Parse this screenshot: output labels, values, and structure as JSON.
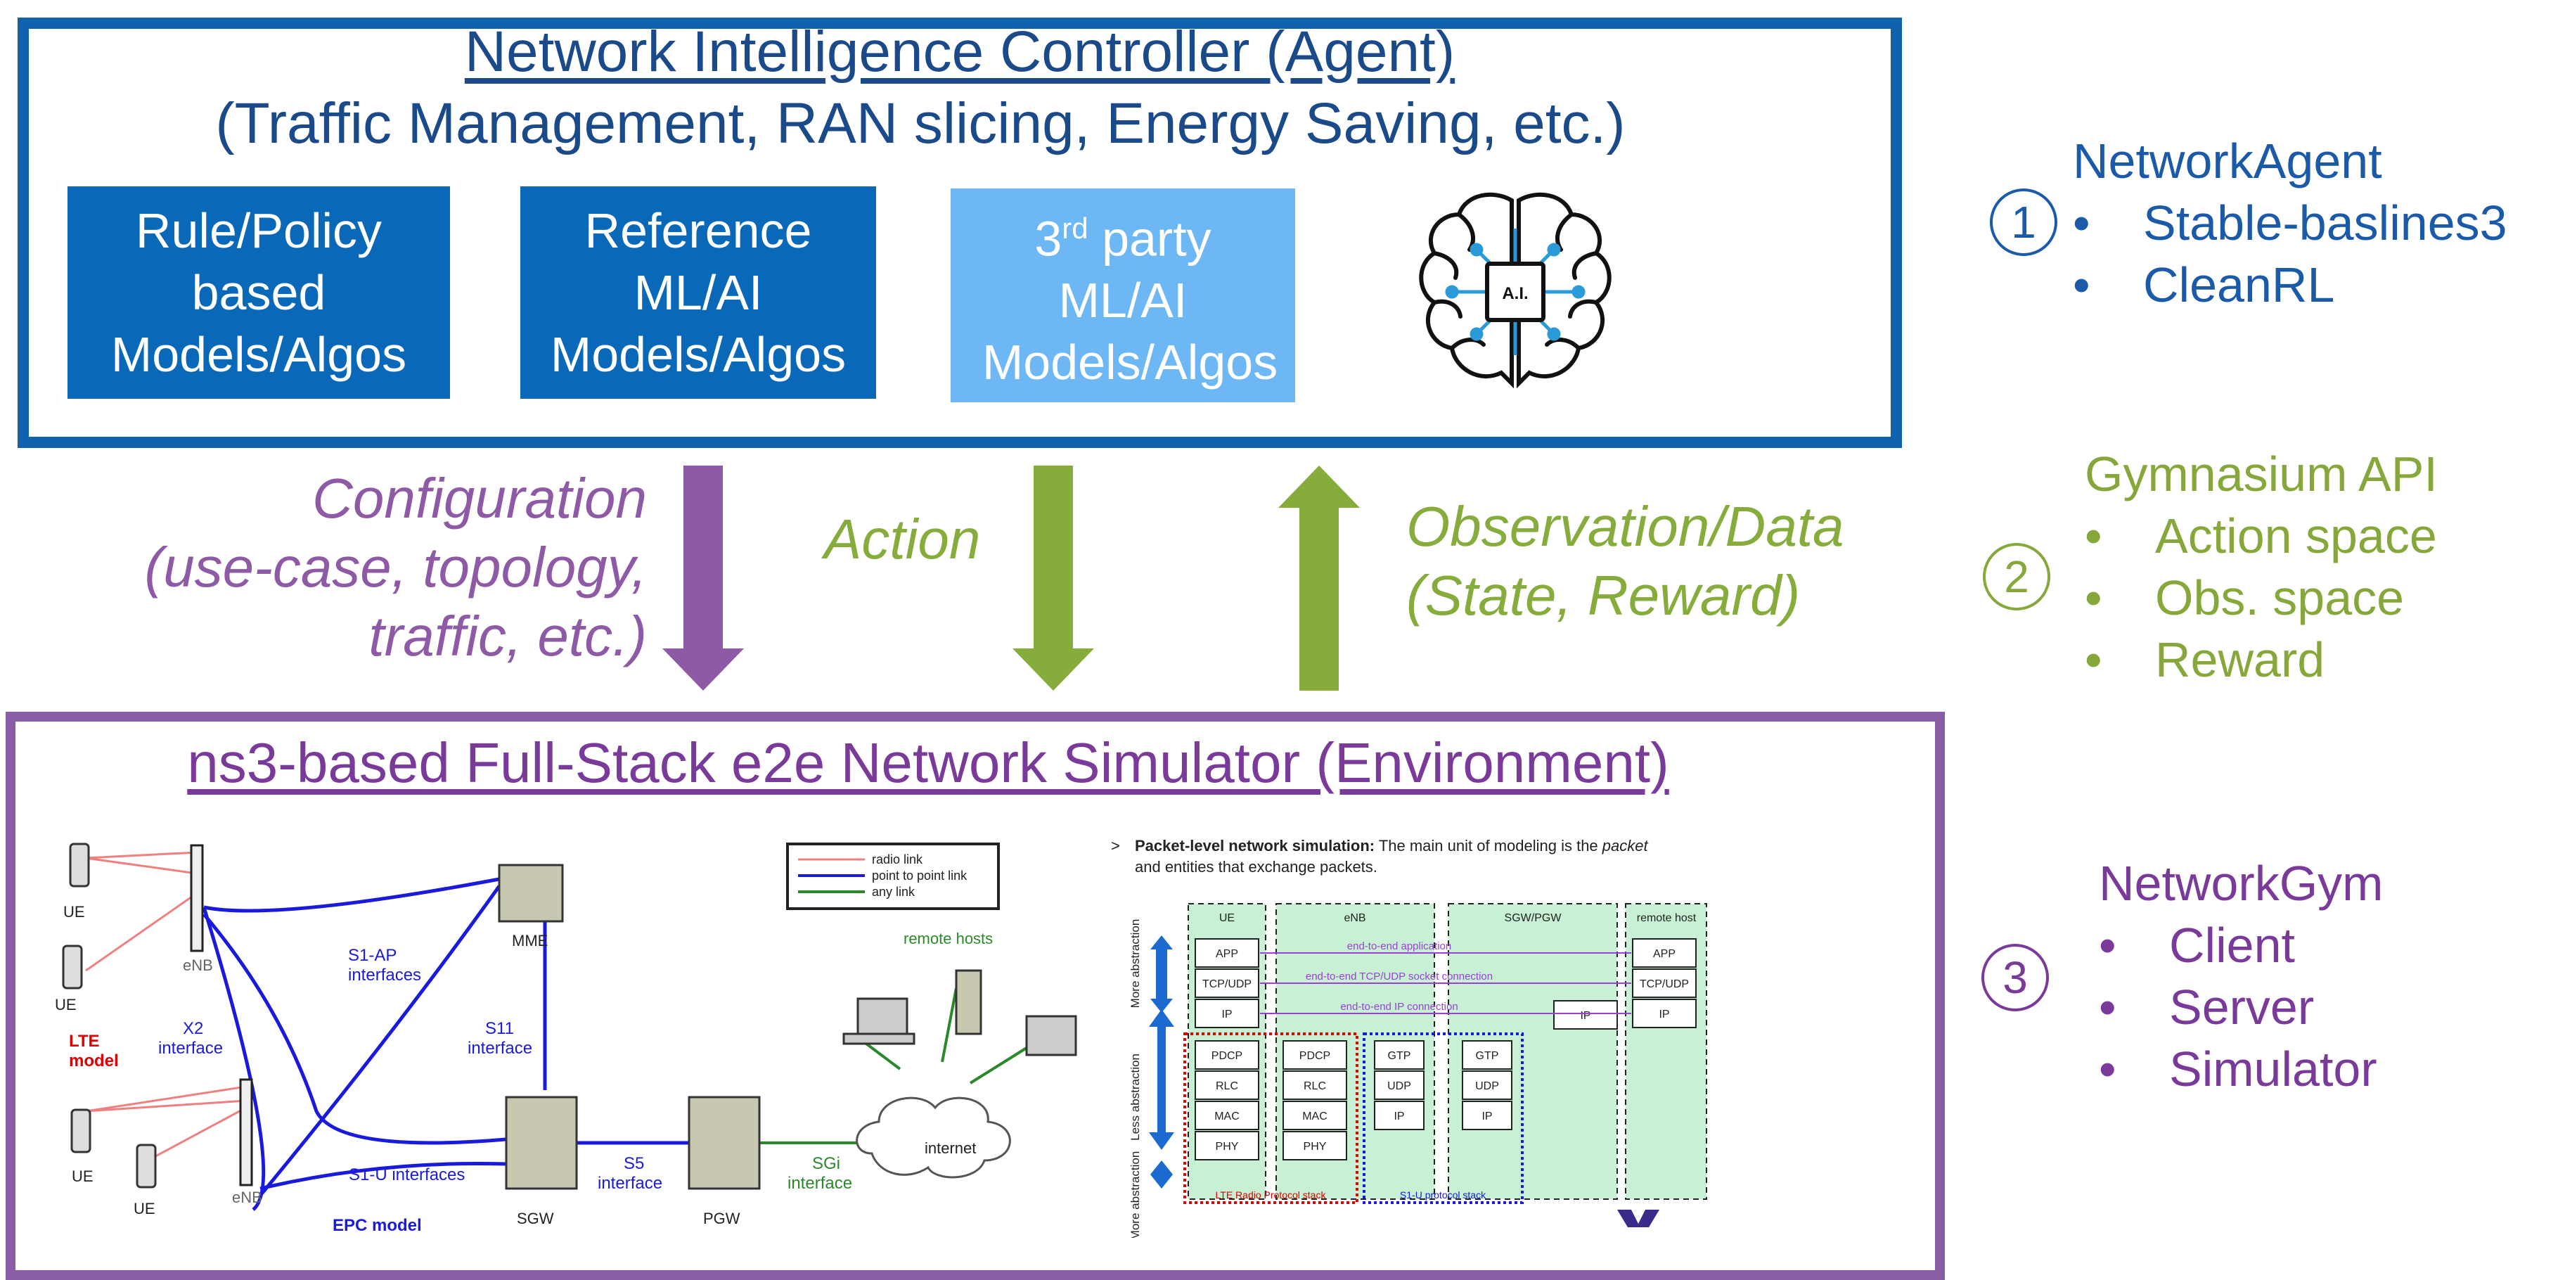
{
  "agent": {
    "title": "Network Intelligence Controller (Agent)",
    "subtitle": "(Traffic Management, RAN slicing, Energy Saving, etc.)",
    "boxes": {
      "rule": "Rule/Policy based Models/Algos",
      "reference": "Reference ML/AI Models/Algos",
      "third_sup": "rd",
      "third_rest": "ML/AI Models/Algos",
      "third_num": "3",
      "third_party": "party"
    },
    "ai_chip_label": "A.I."
  },
  "arrows": {
    "configuration_line1": "Configuration",
    "configuration_line2": "(use-case, topology,",
    "configuration_line3": "traffic, etc.)",
    "action": "Action",
    "observation_line1": "Observation/Data",
    "observation_line2": "(State, Reward)"
  },
  "environment": {
    "title": "ns3-based Full-Stack e2e Network Simulator (Environment)"
  },
  "sidebar": {
    "network_agent": {
      "number": "1",
      "title": "NetworkAgent",
      "items": [
        "Stable-baslines3",
        "CleanRL"
      ]
    },
    "gymnasium": {
      "number": "2",
      "title": "Gymnasium API",
      "items": [
        "Action space",
        "Obs. space",
        "Reward"
      ]
    },
    "networkgym": {
      "number": "3",
      "title": "NetworkGym",
      "items": [
        "Client",
        "Server",
        "Simulator"
      ]
    }
  },
  "lte_diagram": {
    "ue": "UE",
    "enb": "eNB",
    "mme": "MME",
    "sgw": "SGW",
    "pgw": "PGW",
    "internet": "internet",
    "remote_hosts": "remote hosts",
    "s1ap": "S1-AP",
    "s1ap2": "interfaces",
    "x2": "X2",
    "x2b": "interface",
    "s11": "S11",
    "s11b": "interface",
    "s1u": "S1-U interfaces",
    "s5": "S5",
    "s5b": "interface",
    "sgi": "SGi",
    "sgib": "interface",
    "lte_model1": "LTE",
    "lte_model2": "model",
    "epc_model": "EPC model",
    "legend": [
      "radio link",
      "point to point link",
      "any link"
    ]
  },
  "stack_diagram": {
    "heading_bold": "Packet-level network simulation:",
    "heading_rest": "The main unit of modeling is the",
    "heading_italic": "packet",
    "heading_line2": "and entities that exchange packets.",
    "cols": [
      "UE",
      "eNB",
      "SGW/PGW",
      "remote host"
    ],
    "more_abs": "More abstraction",
    "less_abs": "Less abstraction",
    "more_abs2": "More abstraction",
    "e2e_app": "end-to-end application",
    "e2e_tcp": "end-to-end TCP/UDP socket connection",
    "e2e_ip": "end-to-end IP connection",
    "lte_stack": "LTE Radio Protocol stack",
    "s1u_stack": "S1-U protocol stack",
    "layers": {
      "app": "APP",
      "tcp": "TCP/UDP",
      "ip": "IP",
      "pdcp": "PDCP",
      "rlc": "RLC",
      "mac": "MAC",
      "phy": "PHY",
      "gtp": "GTP",
      "udp": "UDP"
    }
  },
  "colors": {
    "agent_border": "#0f63ad",
    "dark_box": "#0a68b8",
    "light_box": "#6cb7f4",
    "env_border": "#8a5ea6",
    "purple_arrow": "#8e5aa6",
    "green_arrow": "#86ac3c"
  }
}
